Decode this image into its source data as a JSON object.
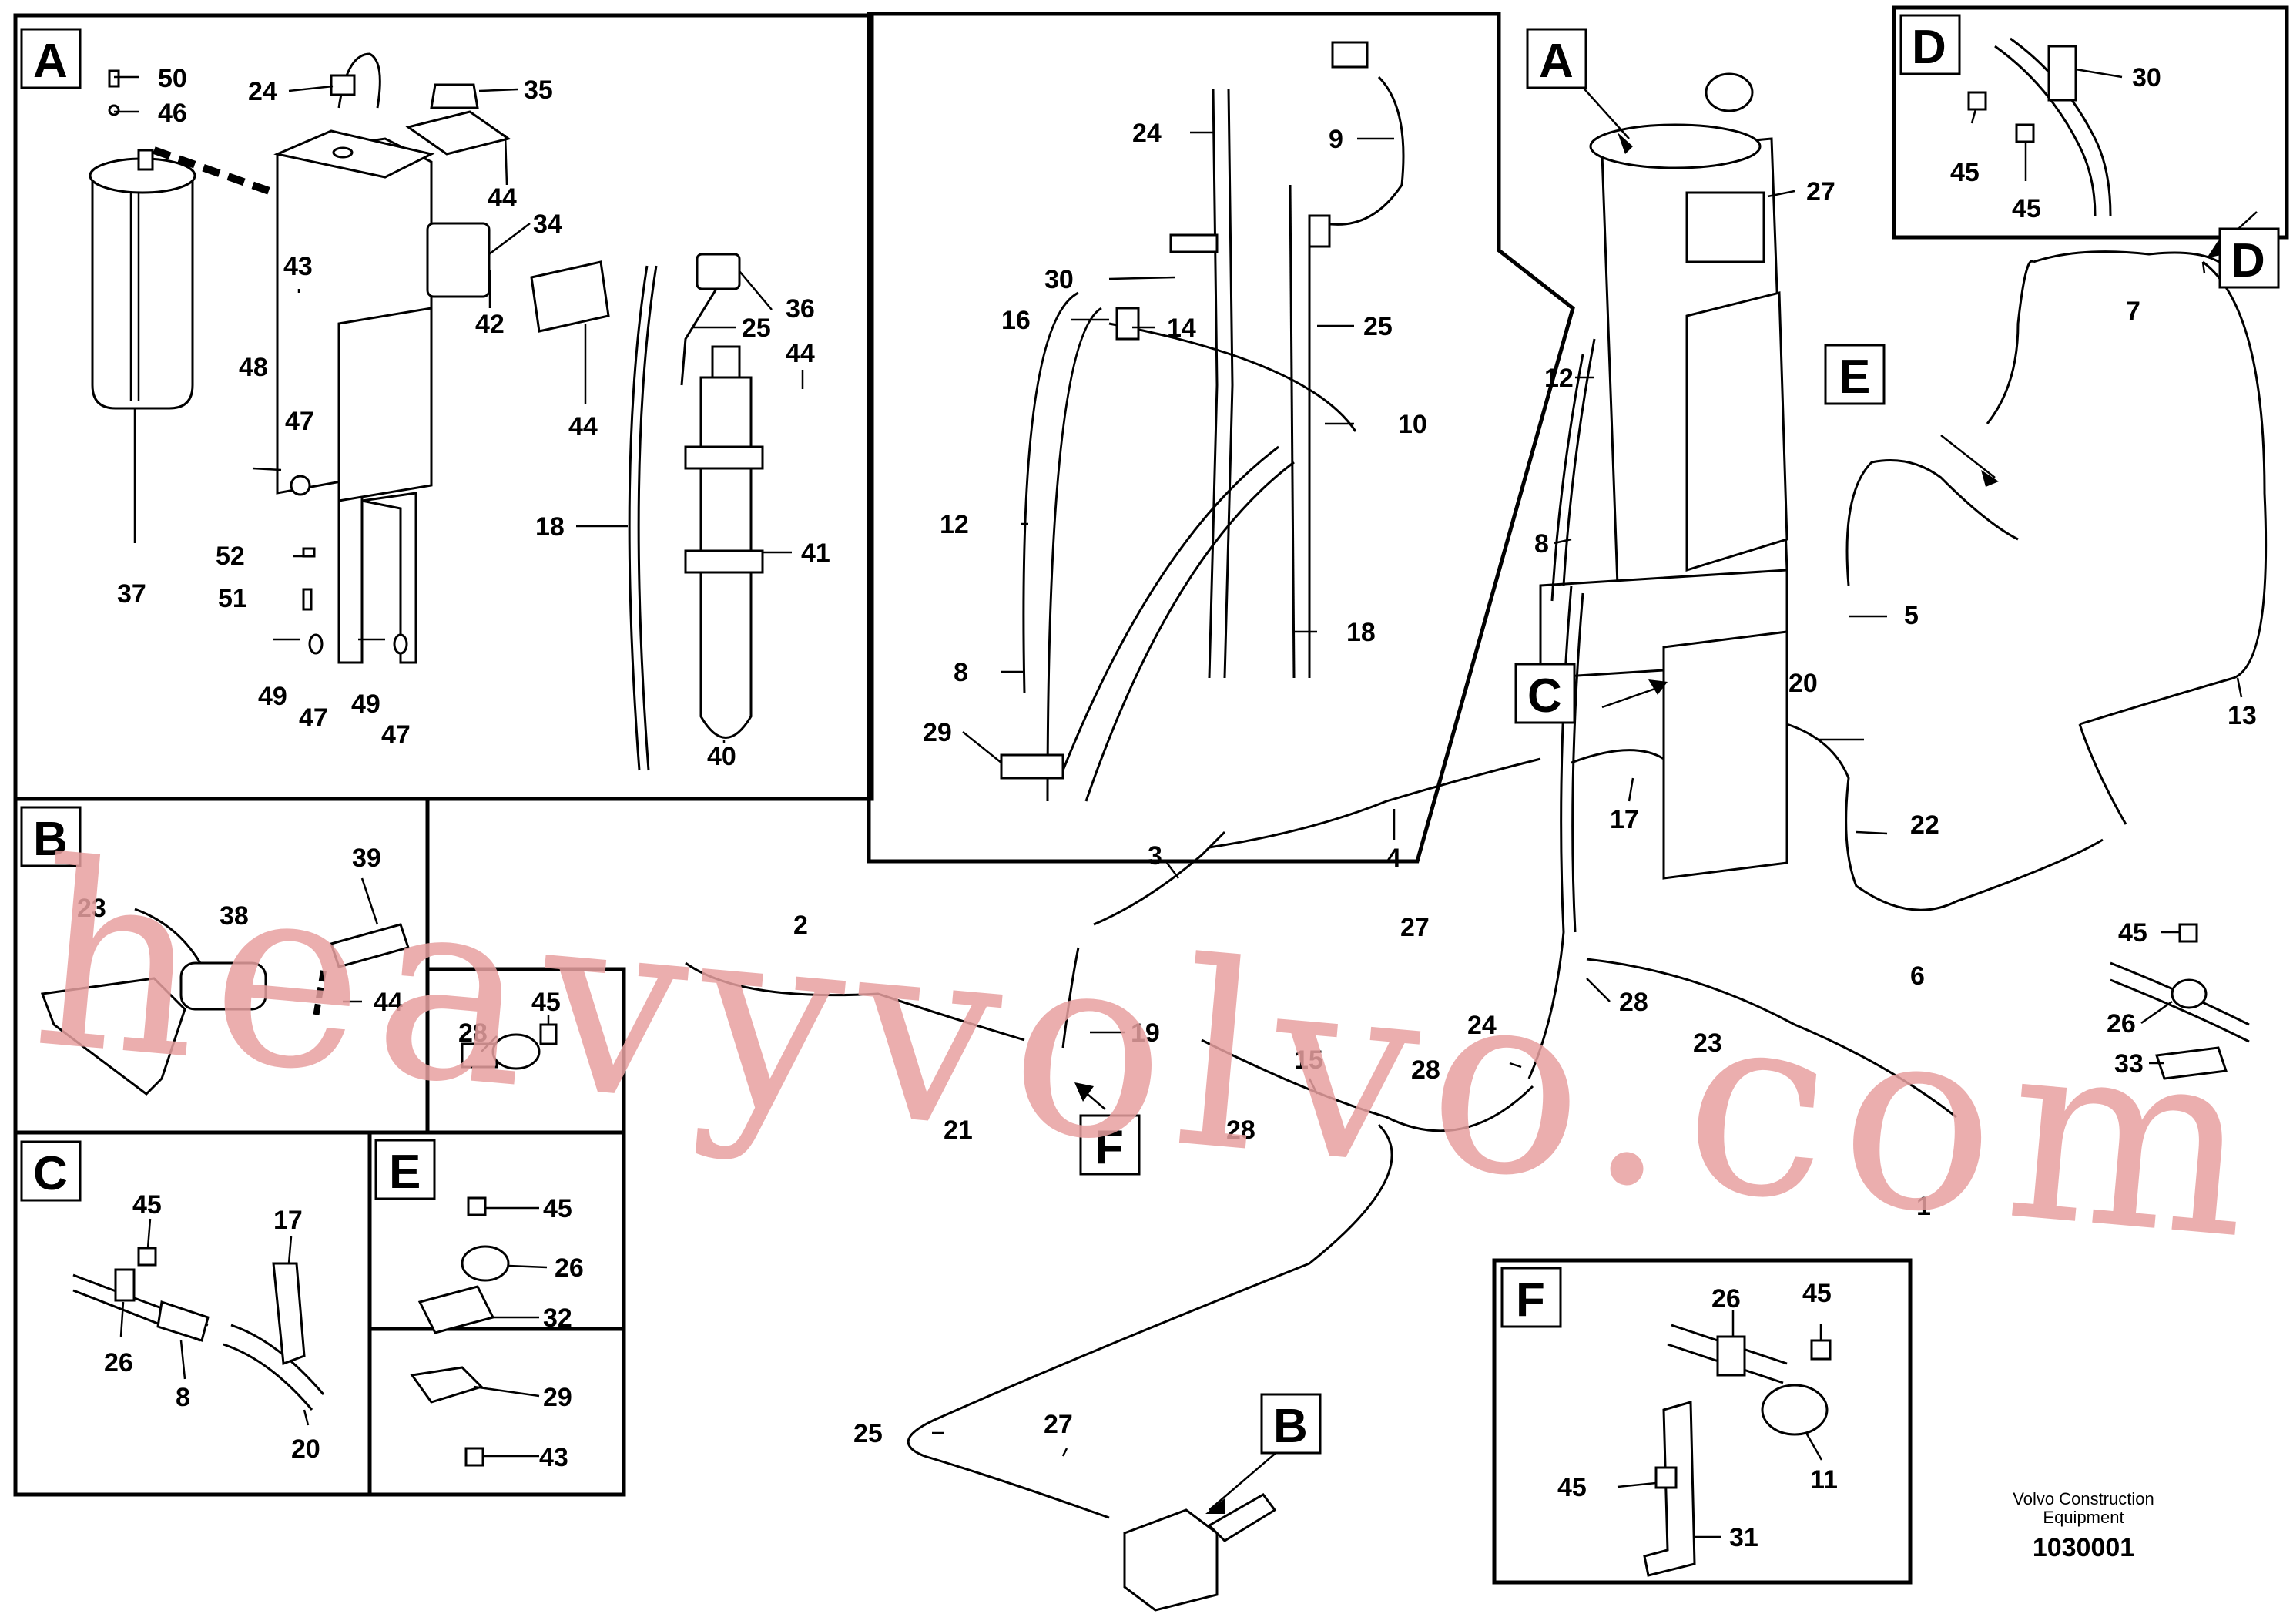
{
  "diagram": {
    "panels": {
      "a": "A",
      "b": "B",
      "c": "C",
      "d": "D",
      "e": "E",
      "f": "F",
      "main_a": "A",
      "main_b": "B",
      "main_c": "C",
      "main_d": "D",
      "main_e": "E",
      "main_f": "F"
    },
    "part_numbers": {
      "n50": "50",
      "n46": "46",
      "n24a": "24",
      "n35": "35",
      "n44a": "44",
      "n34": "34",
      "n43a": "43",
      "n42": "42",
      "n36": "36",
      "n25a": "25",
      "n44b": "44",
      "n44c": "44",
      "n48": "48",
      "n47a": "47",
      "n18a": "18",
      "n41": "41",
      "n52": "52",
      "n51": "51",
      "n37": "37",
      "n49a": "49",
      "n47b": "47",
      "n49b": "49",
      "n47c": "47",
      "n40": "40",
      "i24": "24",
      "i9": "9",
      "i30": "30",
      "i16": "16",
      "i14": "14",
      "i25": "25",
      "i10": "10",
      "i12": "12",
      "i8": "8",
      "i18": "18",
      "i29": "29",
      "m27a": "27",
      "m12": "12",
      "m8": "8",
      "m17": "17",
      "m3": "3",
      "m4": "4",
      "m2": "2",
      "m19": "19",
      "m21": "21",
      "m15": "15",
      "m28a": "28",
      "m27b": "27",
      "m24": "24",
      "m28b": "28",
      "m28c": "28",
      "m23": "23",
      "m25": "25",
      "m27c": "27",
      "m20": "20",
      "m22": "22",
      "m6": "6",
      "m5": "5",
      "m13": "13",
      "m7": "7",
      "m1": "1",
      "d30": "30",
      "d45a": "45",
      "d45b": "45",
      "b38": "38",
      "b39": "39",
      "b44": "44",
      "b23": "23",
      "k28": "28",
      "k45": "45",
      "c45": "45",
      "c17": "17",
      "c26": "26",
      "c8": "8",
      "c20": "20",
      "e45": "45",
      "e26": "26",
      "e32": "32",
      "g29": "29",
      "g43": "43",
      "r45": "45",
      "r26": "26",
      "r33": "33",
      "f26": "26",
      "f45a": "45",
      "f45b": "45",
      "f11": "11",
      "f31": "31"
    },
    "footer": {
      "maker": "Volvo Construction",
      "maker2": "Equipment",
      "code": "1030001"
    },
    "watermark": "heavyvolvo.com"
  }
}
